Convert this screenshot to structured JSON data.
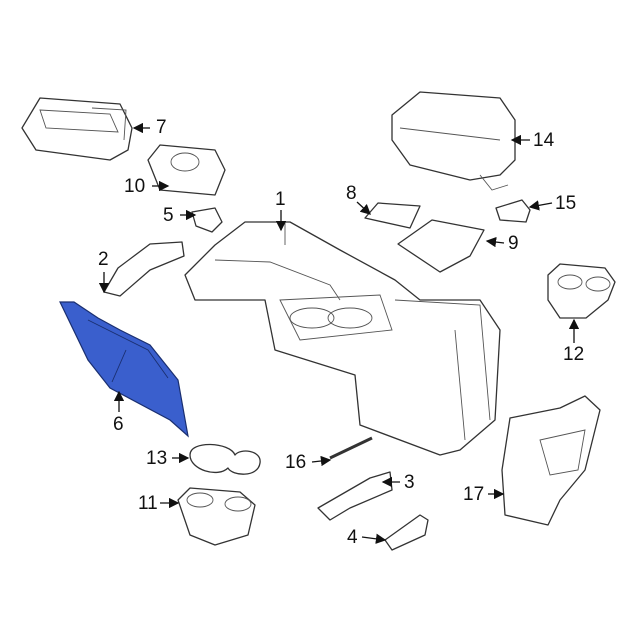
{
  "diagram": {
    "highlight_color": "#3a5fcd",
    "callouts": [
      {
        "id": "1",
        "label": "1"
      },
      {
        "id": "2",
        "label": "2"
      },
      {
        "id": "3",
        "label": "3"
      },
      {
        "id": "4",
        "label": "4"
      },
      {
        "id": "5",
        "label": "5"
      },
      {
        "id": "6",
        "label": "6"
      },
      {
        "id": "7",
        "label": "7"
      },
      {
        "id": "8",
        "label": "8"
      },
      {
        "id": "9",
        "label": "9"
      },
      {
        "id": "10",
        "label": "10"
      },
      {
        "id": "11",
        "label": "11"
      },
      {
        "id": "12",
        "label": "12"
      },
      {
        "id": "13",
        "label": "13"
      },
      {
        "id": "14",
        "label": "14"
      },
      {
        "id": "15",
        "label": "15"
      },
      {
        "id": "16",
        "label": "16"
      },
      {
        "id": "17",
        "label": "17"
      }
    ]
  }
}
